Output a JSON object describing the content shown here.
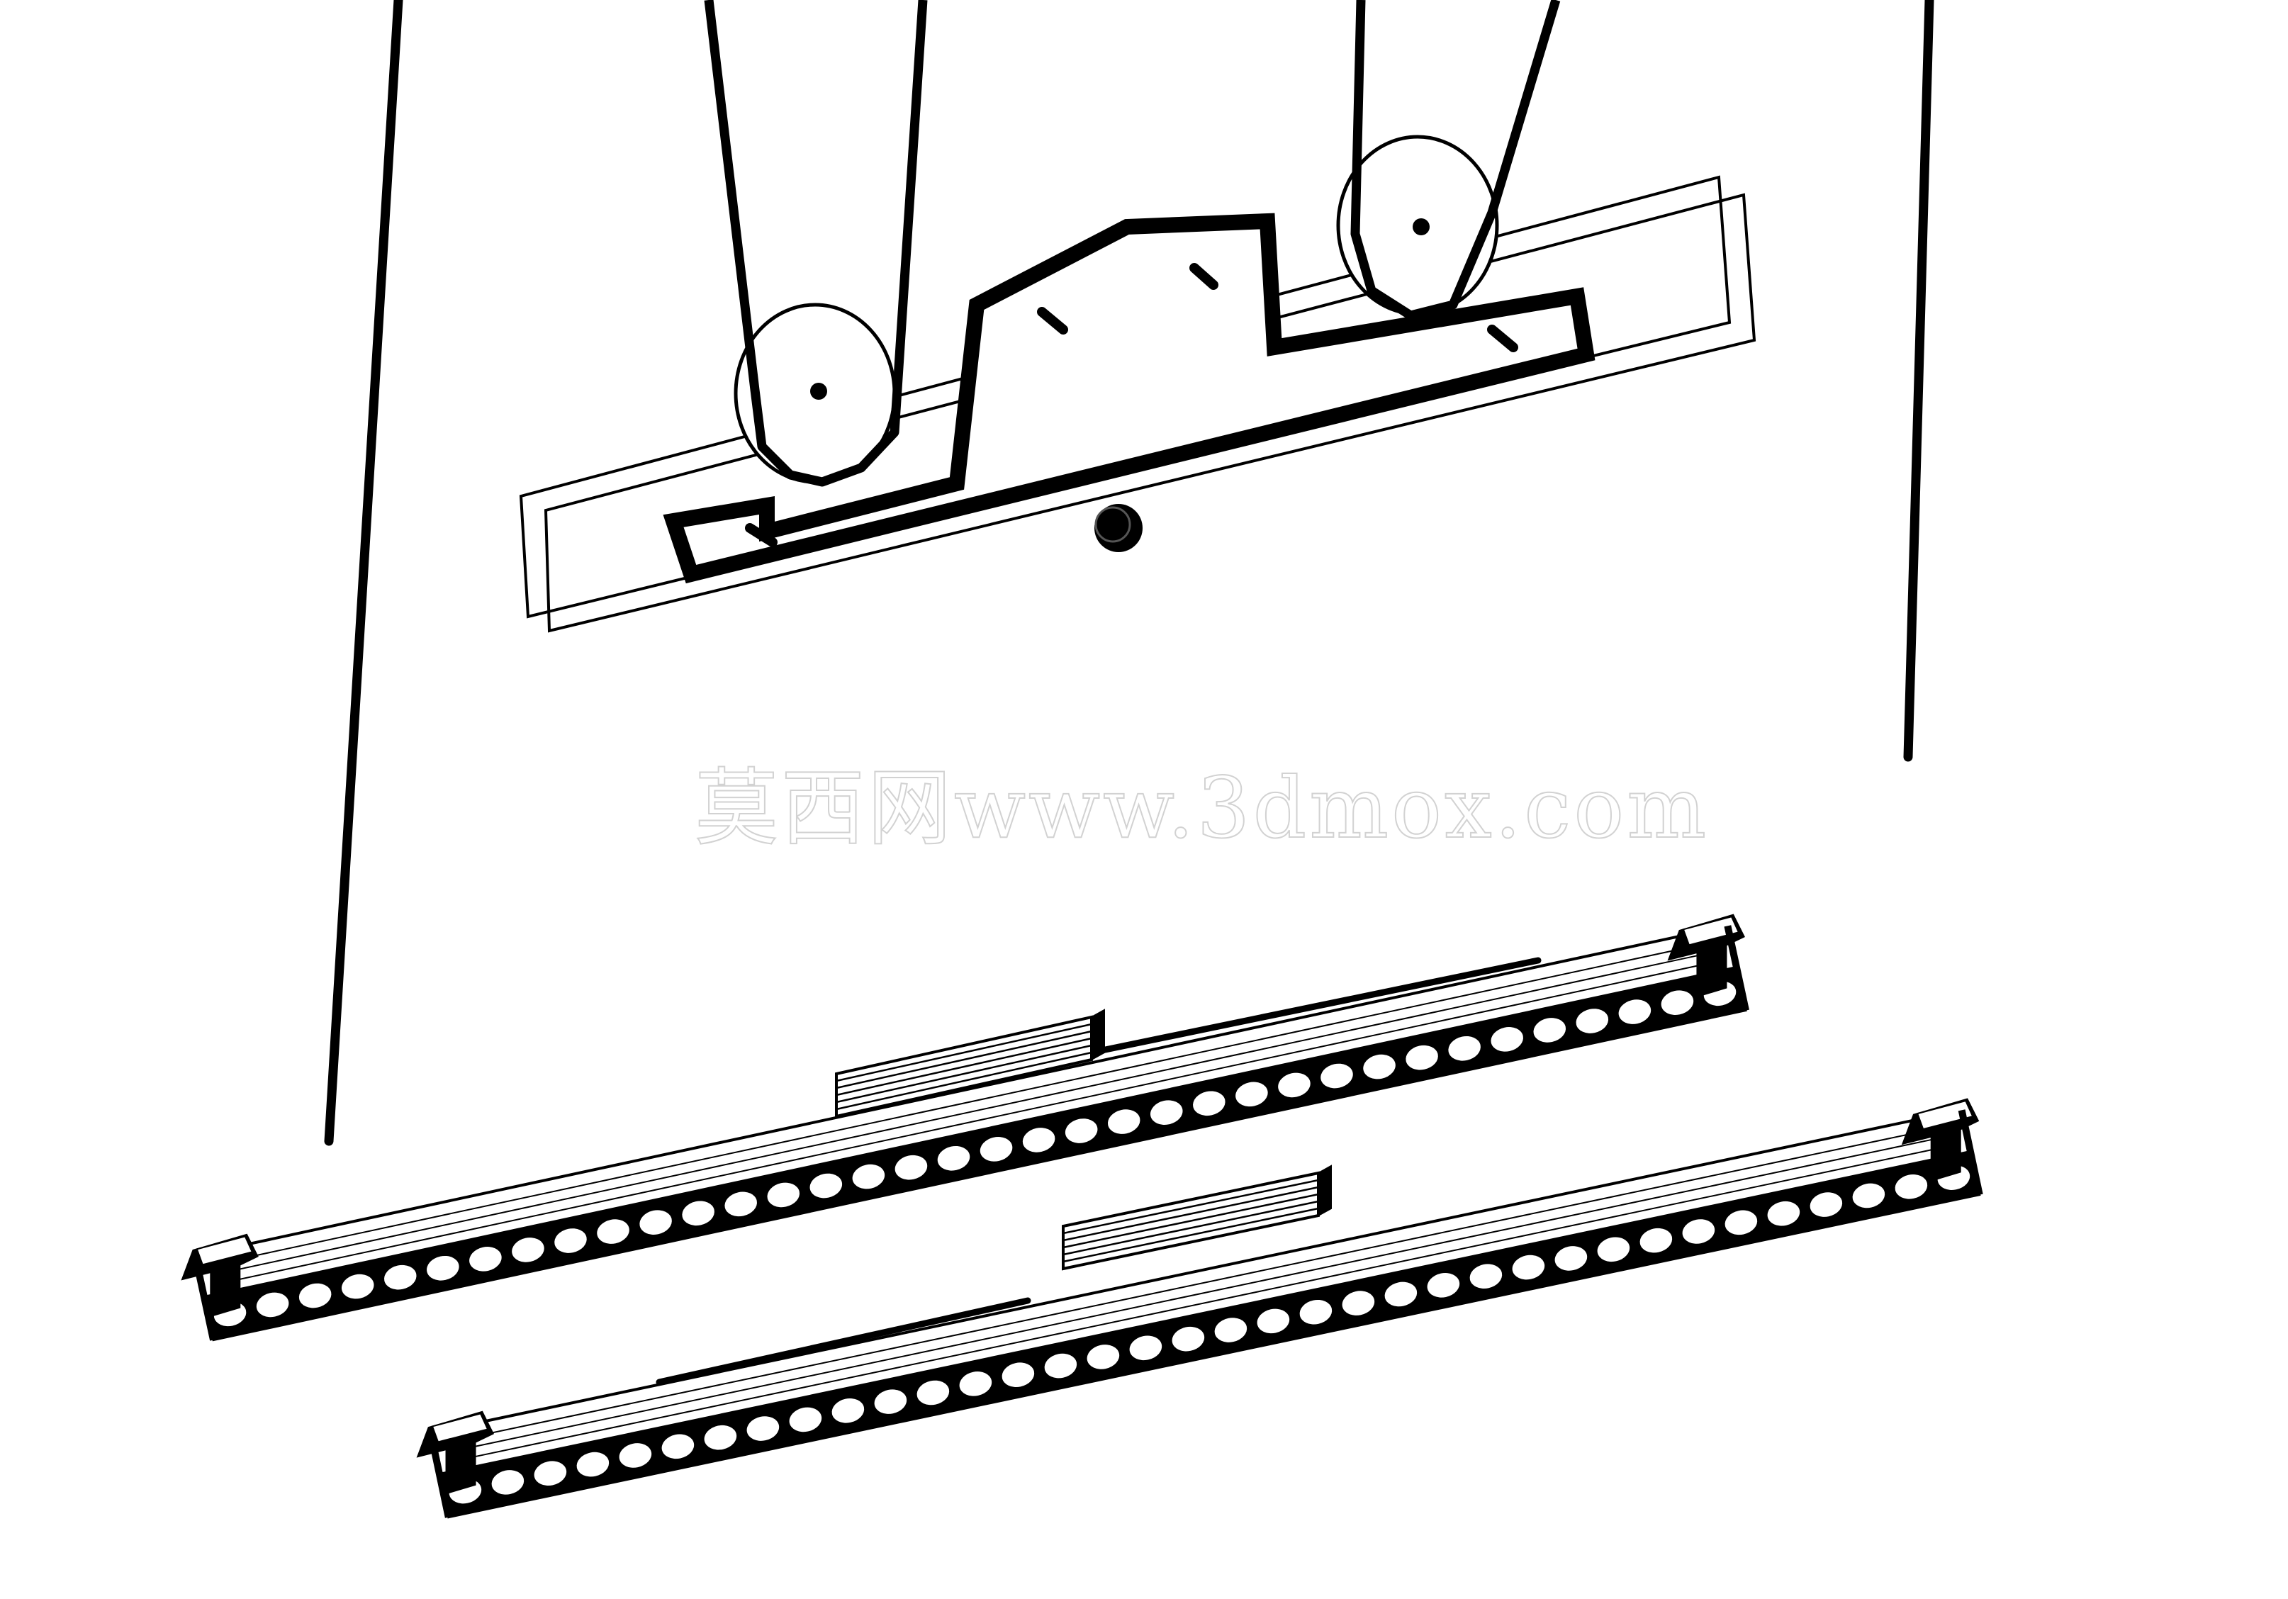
{
  "watermark": {
    "text": "莫西网www.3dmox.com",
    "stroke_color": "#d2d2d2"
  },
  "drawing": {
    "style": "black line-art exploded view",
    "ink_color": "#000000",
    "paper_color": "#ffffff",
    "led_bars": [
      {
        "lens_count": 36
      },
      {
        "lens_count": 36
      }
    ]
  }
}
